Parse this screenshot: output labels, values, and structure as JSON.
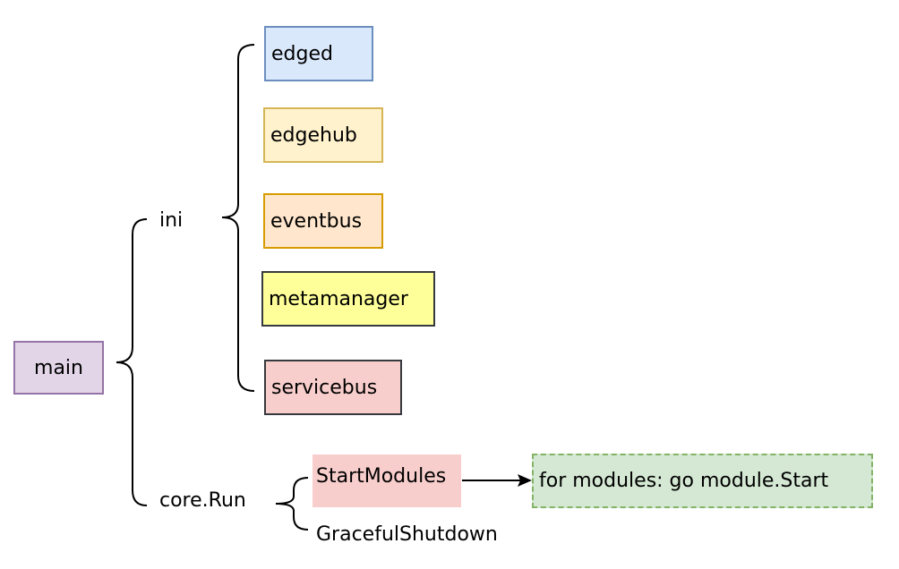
{
  "nodes": {
    "main": {
      "label": "main",
      "fill": "#e1d5e7",
      "stroke": "#9673a6"
    },
    "ini": {
      "label": "ini"
    },
    "core_run": {
      "label": "core.Run"
    },
    "modules": [
      {
        "key": "edged",
        "label": "edged",
        "fill": "#dae8fc",
        "stroke": "#6c8ebf"
      },
      {
        "key": "edgehub",
        "label": "edgehub",
        "fill": "#fff2cc",
        "stroke": "#d6b656"
      },
      {
        "key": "eventbus",
        "label": "eventbus",
        "fill": "#ffe6cc",
        "stroke": "#d79b00"
      },
      {
        "key": "metamanager",
        "label": "metamanager",
        "fill": "#ffff99",
        "stroke": "#36393d"
      },
      {
        "key": "servicebus",
        "label": "servicebus",
        "fill": "#f8cecc",
        "stroke": "#36393d"
      }
    ],
    "start_modules": {
      "label": "StartModules",
      "fill": "#f8cecc"
    },
    "graceful_shutdown": {
      "label": "GracefulShutdown"
    },
    "for_modules": {
      "label": "for modules: go module.Start",
      "fill": "#d5e8d4",
      "stroke": "#82b366"
    }
  }
}
